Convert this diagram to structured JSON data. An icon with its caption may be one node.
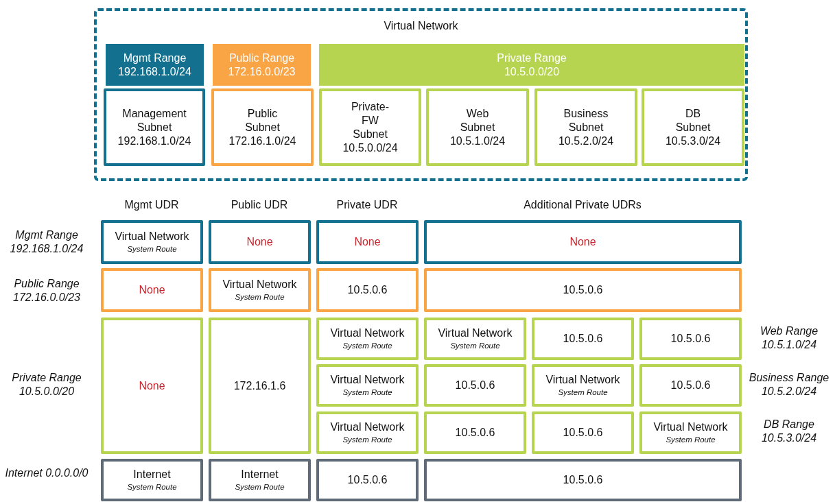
{
  "diagram": {
    "nodes": [
      {
        "text": [
          "Virtual Network"
        ]
      },
      {
        "text": [
          "Mgmt Range",
          "192.168.1.0/24"
        ],
        "in": 0
      },
      {
        "text": [
          "Public Range",
          "172.16.0.0/23"
        ],
        "in": 0
      },
      {
        "text": [
          "Private Range",
          "10.5.0.0/20"
        ],
        "in": 0
      },
      {
        "text": [
          "Management Subnet",
          "192.168.1.0/24"
        ],
        "in": 0
      },
      {
        "text": [
          "Public Subnet",
          "172.16.1.0/24"
        ],
        "in": 0
      },
      {
        "text": [
          "Private-FW Subnet",
          "10.5.0.0/24"
        ],
        "in": 0
      },
      {
        "text": [
          "Web Subnet",
          "10.5.1.0/24"
        ],
        "in": 0
      },
      {
        "text": [
          "Business Subnet",
          "10.5.2.0/24"
        ],
        "in": 0
      },
      {
        "text": [
          "DB Subnet",
          "10.5.3.0/24"
        ],
        "in": 0
      },
      {
        "text": [
          "Virtual Network",
          "System Route"
        ]
      },
      {
        "text": [
          "None"
        ]
      },
      {
        "text": [
          "None"
        ]
      },
      {
        "text": [
          "None"
        ]
      },
      {
        "text": [
          "None"
        ]
      },
      {
        "text": [
          "Virtual Network",
          "System Route"
        ]
      },
      {
        "text": [
          "10.5.0.6"
        ]
      },
      {
        "text": [
          "10.5.0.6"
        ]
      },
      {
        "text": [
          "None"
        ]
      },
      {
        "text": [
          "172.16.1.6"
        ]
      },
      {
        "text": [
          "Virtual Network",
          "System Route"
        ]
      },
      {
        "text": [
          "Virtual Network",
          "System Route"
        ]
      },
      {
        "text": [
          "10.5.0.6"
        ]
      },
      {
        "text": [
          "10.5.0.6"
        ]
      },
      {
        "text": [
          "Virtual Network",
          "System Route"
        ]
      },
      {
        "text": [
          "10.5.0.6"
        ]
      },
      {
        "text": [
          "Virtual Network",
          "System Route"
        ]
      },
      {
        "text": [
          "10.5.0.6"
        ]
      },
      {
        "text": [
          "Virtual Network",
          "System Route"
        ]
      },
      {
        "text": [
          "10.5.0.6"
        ]
      },
      {
        "text": [
          "10.5.0.6"
        ]
      },
      {
        "text": [
          "Virtual Network",
          "System Route"
        ]
      },
      {
        "text": [
          "Internet",
          "System Route"
        ]
      },
      {
        "text": [
          "Internet",
          "System Route"
        ]
      },
      {
        "text": [
          "10.5.0.6"
        ]
      },
      {
        "text": [
          "10.5.0.6"
        ]
      }
    ],
    "edges": [],
    "labels": [
      "Mgmt UDR",
      "Public UDR",
      "Private UDR",
      "Additional Private UDRs",
      "Mgmt Range 192.168.1.0/24",
      "Public Range 172.16.0.0/23",
      "Web Range 10.5.1.0/24",
      "Private Range 10.5.0.0/20",
      "Business Range 10.5.2.0/24",
      "DB Range 10.5.3.0/24",
      "Internet 0.0.0.0/0"
    ]
  }
}
